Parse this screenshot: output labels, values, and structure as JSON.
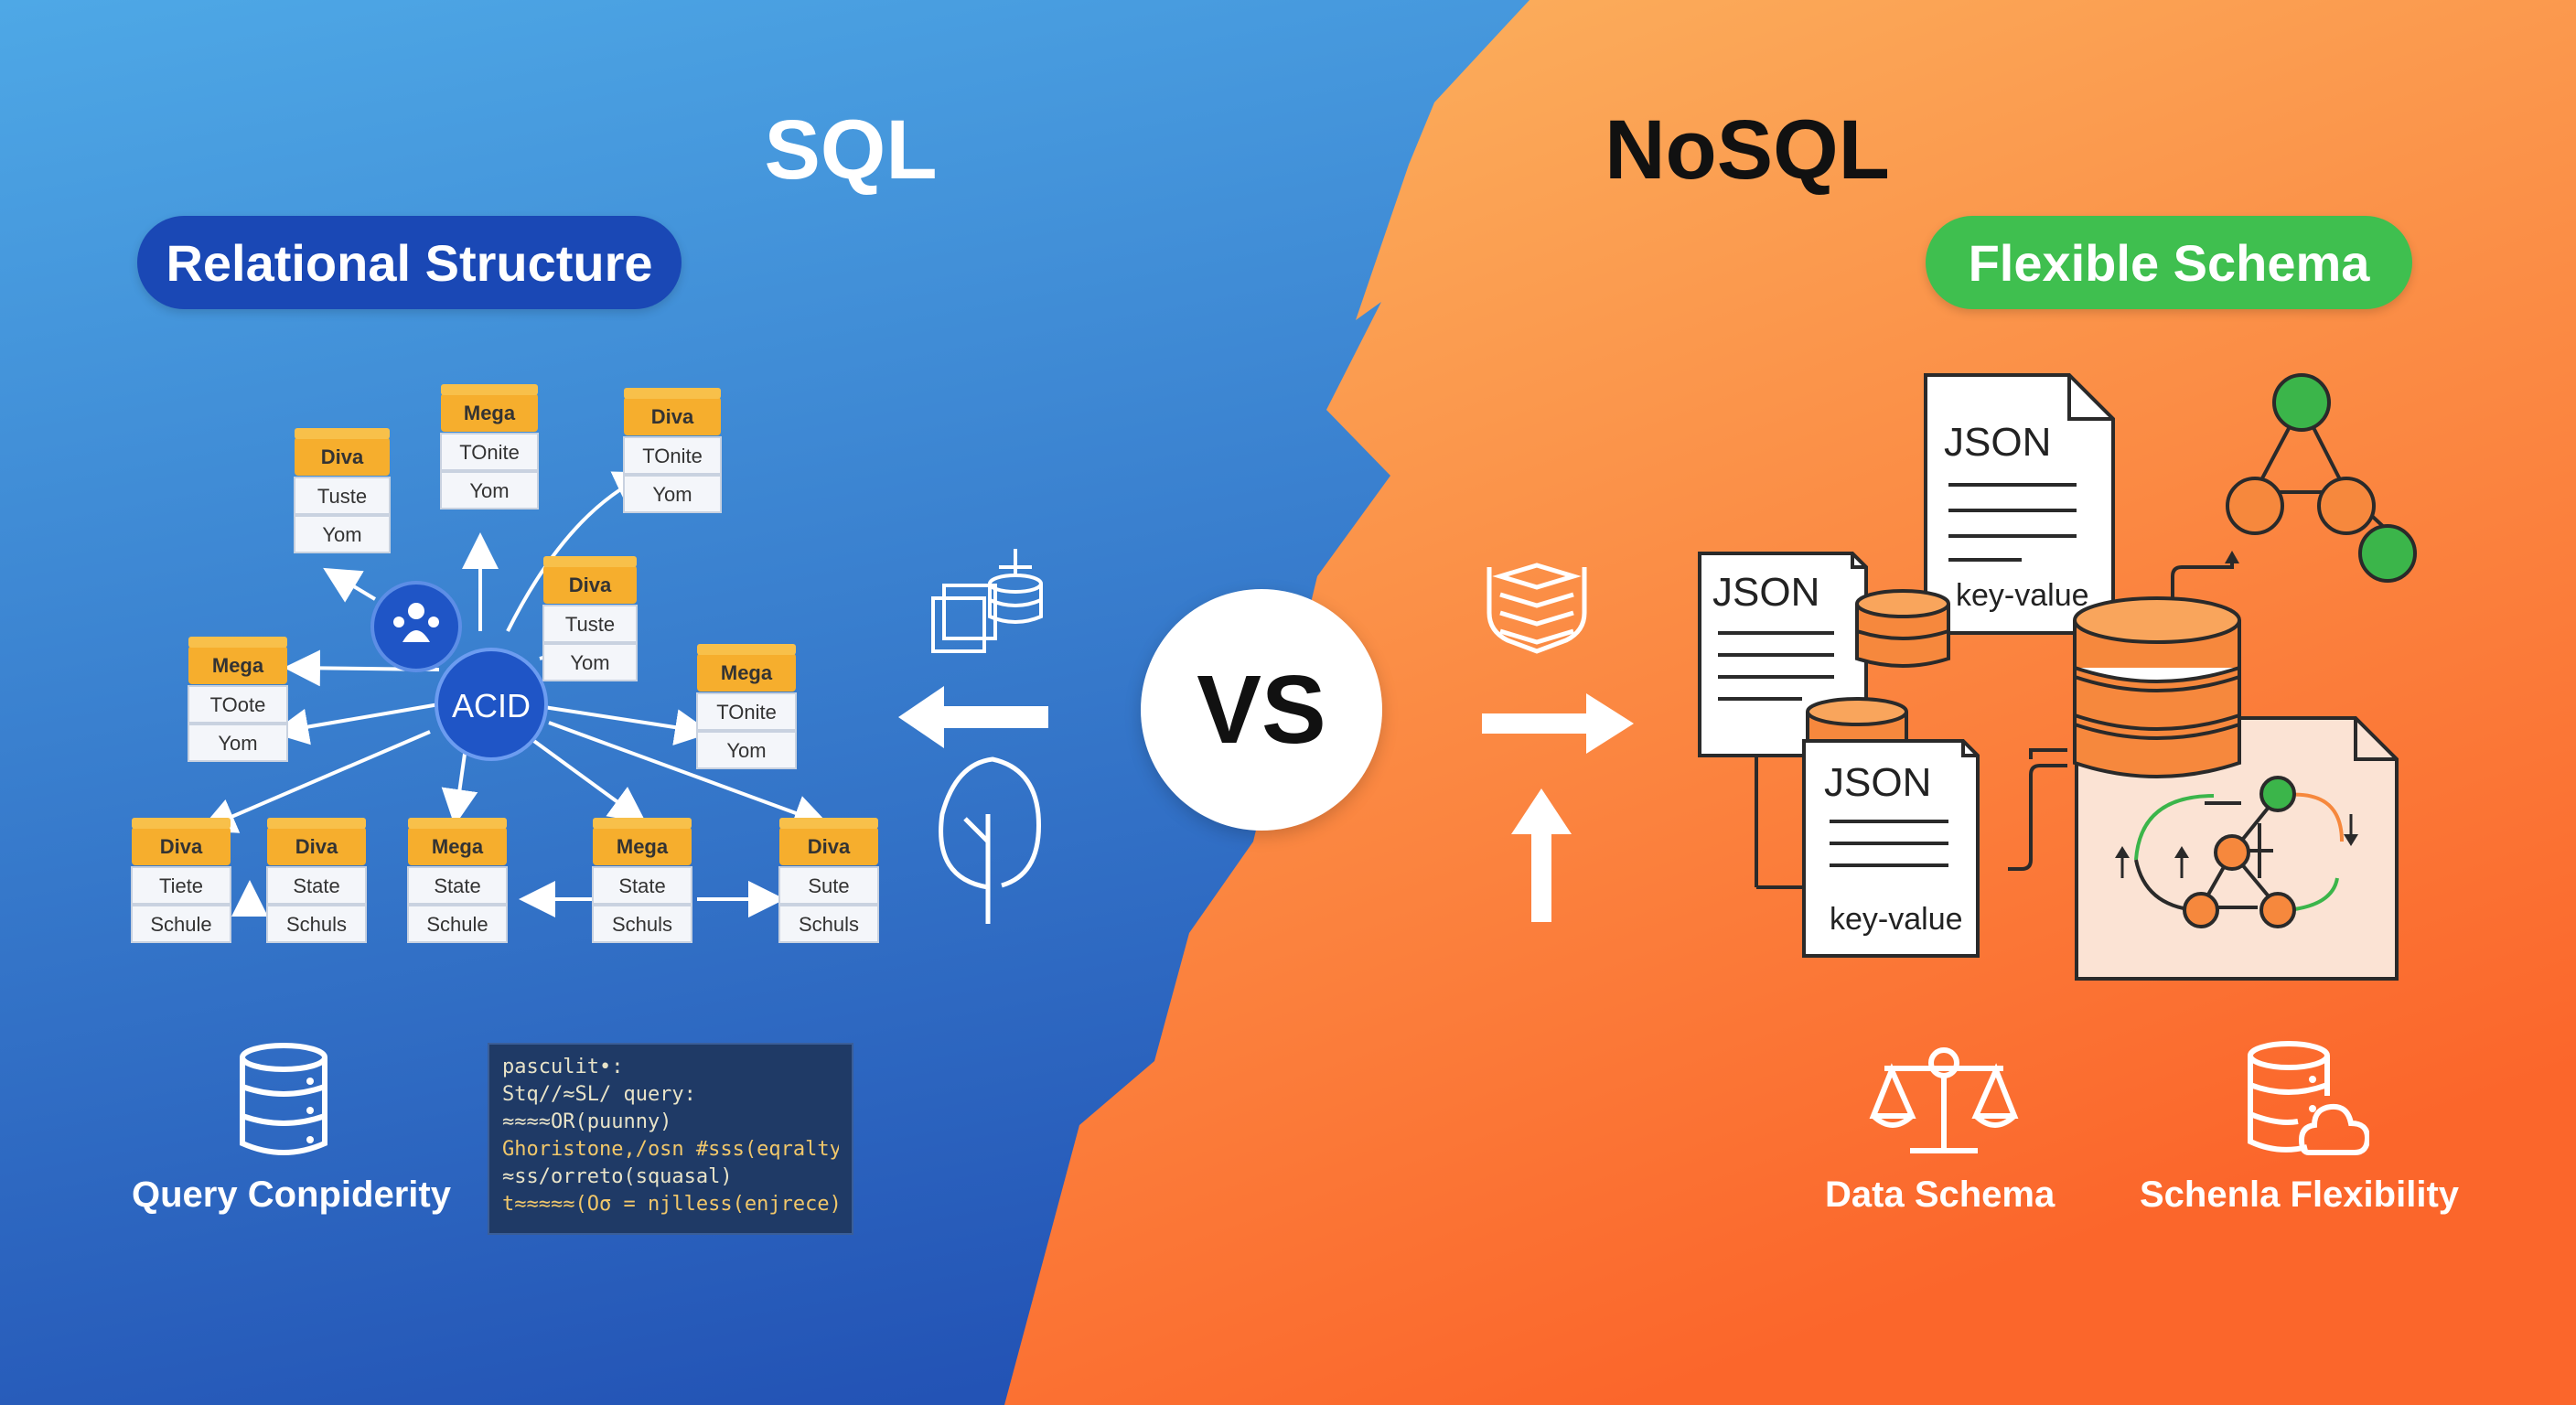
{
  "left": {
    "title": "SQL",
    "badge": "Relational Structure",
    "hub_label": "ACID",
    "tables": [
      {
        "header": "Diva",
        "rows": [
          "Tuste",
          "Yom"
        ]
      },
      {
        "header": "Mega",
        "rows": [
          "TOnite",
          "Yom"
        ]
      },
      {
        "header": "Diva",
        "rows": [
          "TOnite",
          "Yom"
        ]
      },
      {
        "header": "Diva",
        "rows": [
          "Tuste",
          "Yom"
        ]
      },
      {
        "header": "Mega",
        "rows": [
          "TOote",
          "Yom"
        ]
      },
      {
        "header": "Mega",
        "rows": [
          "TOnite",
          "Yom"
        ]
      },
      {
        "header": "Diva",
        "rows": [
          "Tiete",
          "Schule"
        ]
      },
      {
        "header": "Diva",
        "rows": [
          "State",
          "Schuls"
        ]
      },
      {
        "header": "Mega",
        "rows": [
          "State",
          "Schule"
        ]
      },
      {
        "header": "Mega",
        "rows": [
          "State",
          "Schuls"
        ]
      },
      {
        "header": "Diva",
        "rows": [
          "Sute",
          "Schuls"
        ]
      }
    ],
    "caption_query": "Query Conpiderity",
    "code_lines": [
      "pasculit•:",
      "Stq//≈SL/ query:",
      "  ≈≈≈≈OR(puunny)",
      "Ghoristone,/osn #sss(eqralty),",
      "  ≈ss/orreto(squasal)",
      "t≈≈≈≈≈(Oσ = njlless(enjrece)),"
    ]
  },
  "vs_label": "VS",
  "right": {
    "title": "NoSQL",
    "badge": "Flexible Schema",
    "docs": [
      {
        "title": "JSON",
        "caption": "key-value"
      },
      {
        "title": "JSON",
        "caption": ""
      },
      {
        "title": "JSON",
        "caption": "key-value"
      }
    ],
    "caption_schema": "Data Schema",
    "caption_flexibility": "Schenla Flexibility"
  },
  "colors": {
    "blue_light": "#4fa6e6",
    "blue_dark": "#2456b8",
    "orange_light": "#fba55a",
    "orange_dark": "#fb6a2c",
    "table_header": "#f6ae2d",
    "hub_blue": "#1f55c6",
    "pill_blue": "#1a48b5",
    "pill_green": "#3fbf4f",
    "db_orange": "#f6883d",
    "node_green": "#39b54a"
  },
  "icons": [
    "database-icon",
    "scale-icon",
    "database-cloud-icon",
    "document-icon",
    "tree-icon",
    "graph-icon",
    "server-stack-icon",
    "arrow-left-icon",
    "arrow-right-icon",
    "arrow-up-icon"
  ]
}
